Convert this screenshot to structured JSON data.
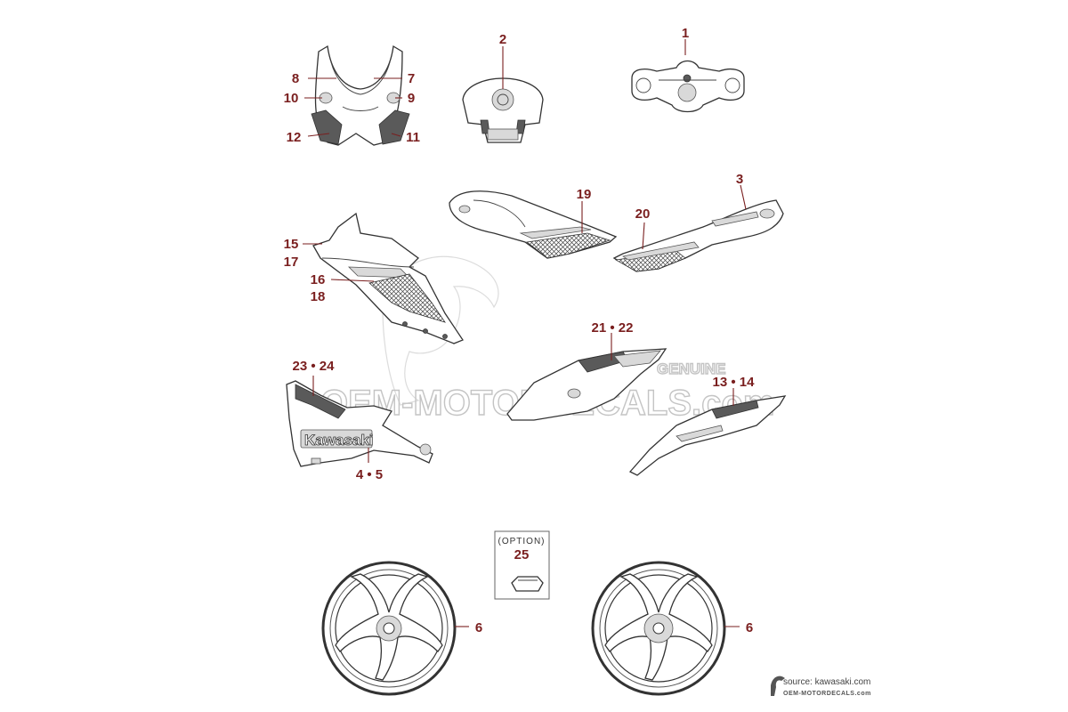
{
  "callouts": {
    "c1": "1",
    "c2": "2",
    "c3": "3",
    "c4_5": "4 • 5",
    "c6a": "6",
    "c6b": "6",
    "c7": "7",
    "c8": "8",
    "c9": "9",
    "c10": "10",
    "c11": "11",
    "c12": "12",
    "c13_14": "13 • 14",
    "c15": "15",
    "c16": "16",
    "c17": "17",
    "c18": "18",
    "c19": "19",
    "c20": "20",
    "c21_22": "21 • 22",
    "c23_24": "23 • 24",
    "c25": "25"
  },
  "option_label": "(OPTION)",
  "fairing_brand": "Kawasaki",
  "watermark": {
    "main": "OEM-MOTORDECALS.com",
    "genuine": "GENUINE"
  },
  "footer": {
    "source": "source: kawasaki.com",
    "site": "OEM-MOTORDECALS.com"
  },
  "colors": {
    "callout": "#7a1f1f",
    "line": "#333333",
    "watermark": "#bdbdbd"
  }
}
